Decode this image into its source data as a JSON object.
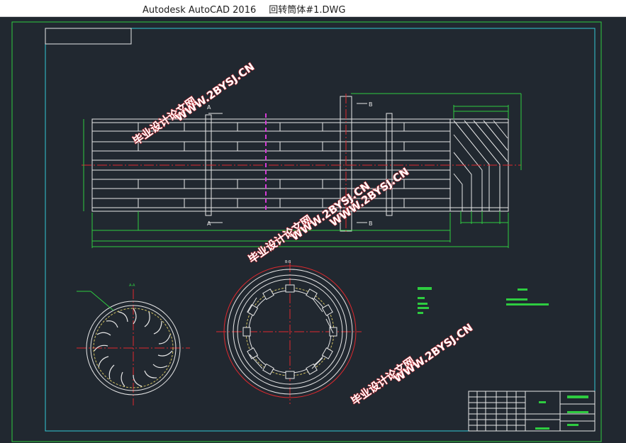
{
  "window": {
    "app_name": "Autodesk AutoCAD 2016",
    "document_name": "回转筒体#1.DWG"
  },
  "drawing": {
    "section_a": "A",
    "section_b": "B",
    "view_label_left": "A-A",
    "view_label_right": "B-B",
    "colors": {
      "background": "#212830",
      "outer_border": "#2ecc40",
      "inner_border": "#33c9d6",
      "geometry": "#e8e8e8",
      "centerline": "#e0282e",
      "dimension": "#2ecc40",
      "hidden": "#d63bd6"
    }
  },
  "watermarks": {
    "chinese": "毕业设计论文网",
    "url": "WWW.2BYSJ.CN"
  }
}
